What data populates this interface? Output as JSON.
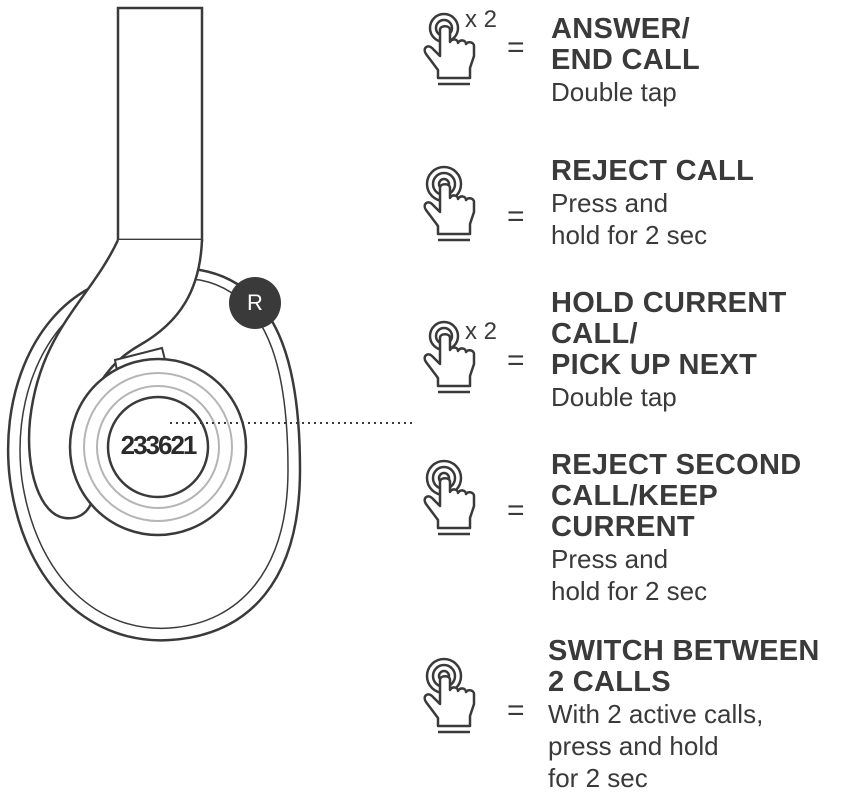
{
  "headphone": {
    "side_badge": "R",
    "brand_mark": "233621"
  },
  "rows": [
    {
      "icon": "double-tap-hand-icon",
      "multiplier": "x 2",
      "equals": "=",
      "title_lines": [
        "ANSWER/",
        "END CALL"
      ],
      "desc_lines": [
        "Double tap"
      ]
    },
    {
      "icon": "press-hold-hand-icon",
      "multiplier": "",
      "equals": "=",
      "title_lines": [
        "REJECT CALL"
      ],
      "desc_lines": [
        "Press and",
        "hold for 2 sec"
      ]
    },
    {
      "icon": "double-tap-hand-icon",
      "multiplier": "x 2",
      "equals": "=",
      "title_lines": [
        "HOLD CURRENT",
        "CALL/",
        "PICK UP NEXT"
      ],
      "desc_lines": [
        "Double tap"
      ]
    },
    {
      "icon": "press-hold-hand-icon",
      "multiplier": "",
      "equals": "=",
      "title_lines": [
        "REJECT SECOND",
        "CALL/KEEP",
        "CURRENT"
      ],
      "desc_lines": [
        "Press and",
        "hold for 2 sec"
      ]
    },
    {
      "icon": "press-hold-hand-icon",
      "multiplier": "",
      "equals": "=",
      "title_lines": [
        "SWITCH BETWEEN",
        "2 CALLS"
      ],
      "desc_lines": [
        "With 2 active calls,",
        "press and hold",
        "for 2 sec"
      ]
    }
  ],
  "colors": {
    "line": "#3a3a3a",
    "light_ring": "#b5b5b5",
    "badge": "#3a3a3a",
    "text": "#3a3a3a"
  }
}
